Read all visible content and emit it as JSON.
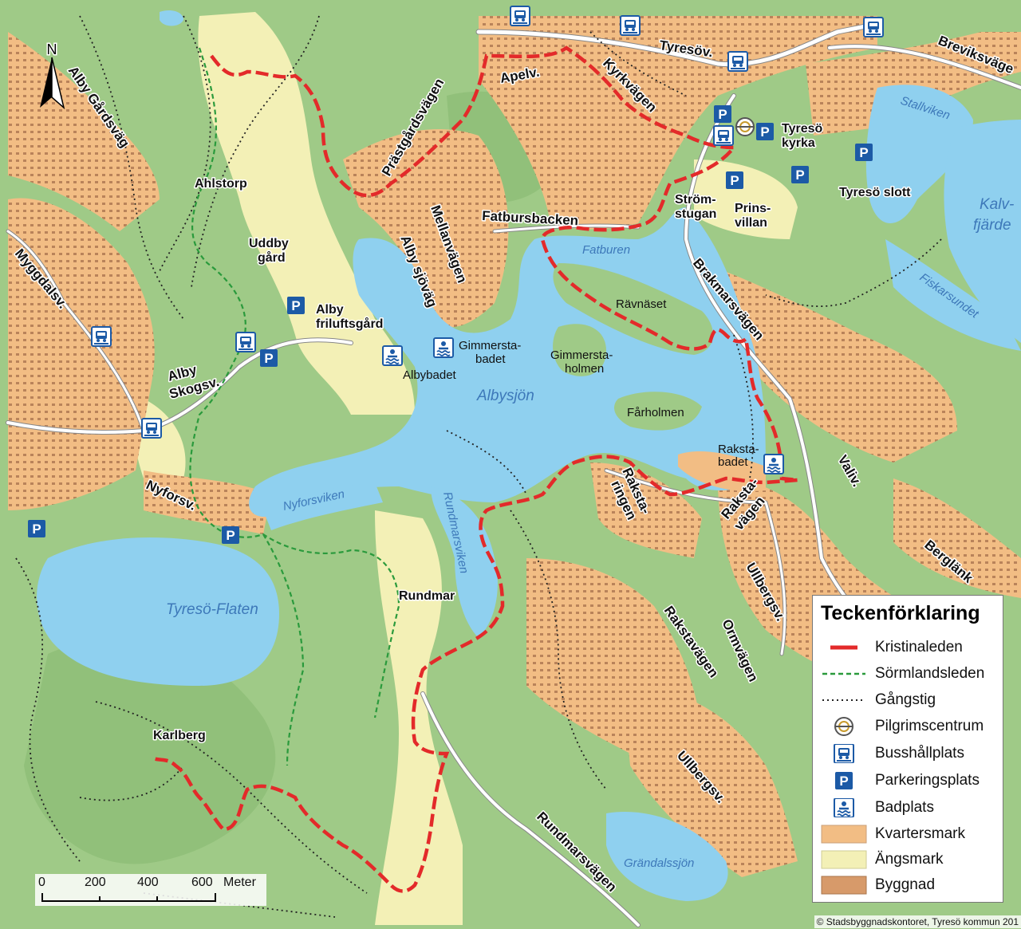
{
  "map": {
    "roads": [
      {
        "id": "tyresovagen",
        "label": "Tyresöv."
      },
      {
        "id": "breviksvagen",
        "label": "Breviksväge"
      },
      {
        "id": "kyrkvagen",
        "label": "Kyrkvägen"
      },
      {
        "id": "apelv",
        "label": "Apelv."
      },
      {
        "id": "prastgardsvagen",
        "label": "Prästgårdsvägen"
      },
      {
        "id": "fatbursbacken",
        "label": "Fatbursbacken"
      },
      {
        "id": "mellanvagen",
        "label": "Mellanvägen"
      },
      {
        "id": "albysjovag",
        "label": "Alby sjöväg"
      },
      {
        "id": "albygardsvag",
        "label": "Alby Gårdsväg"
      },
      {
        "id": "myggdalsv",
        "label": "Myggdalsv."
      },
      {
        "id": "albyskogsv",
        "label": "Alby Skogsv."
      },
      {
        "id": "nyforsv",
        "label": "Nyforsv."
      },
      {
        "id": "brakmarsvagen",
        "label": "Brakmarsvägen"
      },
      {
        "id": "valiv",
        "label": "Valiv."
      },
      {
        "id": "rakstaringen",
        "label": "Raksta-ringen"
      },
      {
        "id": "rakstavagen1",
        "label": "Raksta-vägen"
      },
      {
        "id": "berglank",
        "label": "Berglänk"
      },
      {
        "id": "ullbergsv1",
        "label": "Ullbergsv."
      },
      {
        "id": "ormvagen",
        "label": "Ormvägen"
      },
      {
        "id": "rakstavagen2",
        "label": "Rakstavägen"
      },
      {
        "id": "ullbergsv2",
        "label": "Ullbergsv."
      },
      {
        "id": "rundmarsvagen",
        "label": "Rundmarsvägen"
      }
    ],
    "places": [
      {
        "id": "ahlstorp",
        "label": "Ahlstorp"
      },
      {
        "id": "uddbygard",
        "label": "Uddby gård"
      },
      {
        "id": "albyfriluftsgard",
        "label": "Alby friluftsgård"
      },
      {
        "id": "albybadet",
        "label": "Albybadet"
      },
      {
        "id": "gimmerstabadet",
        "label": "Gimmersta-badet"
      },
      {
        "id": "gimmerstaholmen",
        "label": "Gimmersta-holmen"
      },
      {
        "id": "farholmen",
        "label": "Fårholmen"
      },
      {
        "id": "ravnaset",
        "label": "Rävnäset"
      },
      {
        "id": "stromstugan",
        "label": "Ström-stugan"
      },
      {
        "id": "prinsvillan",
        "label": "Prins-villan"
      },
      {
        "id": "tyresokyrka",
        "label": "Tyresö kyrka"
      },
      {
        "id": "tyresoslott",
        "label": "Tyresö slott"
      },
      {
        "id": "rakstabadet",
        "label": "Raksta-badet"
      },
      {
        "id": "rundmar",
        "label": "Rundmar"
      },
      {
        "id": "karlberg",
        "label": "Karlberg"
      }
    ],
    "waters": [
      {
        "id": "albysjon",
        "label": "Albysjön"
      },
      {
        "id": "tyresoflaten",
        "label": "Tyresö-Flaten"
      },
      {
        "id": "fatburen",
        "label": "Fatburen"
      },
      {
        "id": "nyforsviken",
        "label": "Nyforsviken"
      },
      {
        "id": "rundmarsviken",
        "label": "Rundmarsviken"
      },
      {
        "id": "stallviken",
        "label": "Stallviken"
      },
      {
        "id": "kalvfjarden",
        "label": "Kalv-fjärde"
      },
      {
        "id": "fiskarsundet",
        "label": "Fiskarsundet"
      },
      {
        "id": "grandalssjon",
        "label": "Grändalssjön"
      }
    ],
    "north_label": "N",
    "colors": {
      "water": "#8fd0ef",
      "forest": "#9fca87",
      "meadow": "#f3f0b6",
      "residential": "#f2bd84",
      "building": "#d79a6a",
      "trail_red": "#e32a2a",
      "trail_green": "#2a9a3c",
      "footpath": "#222222",
      "icon_blue": "#1c5aa6"
    }
  },
  "legend": {
    "title": "Teckenförklaring",
    "items": [
      {
        "id": "kristinaleden",
        "label": "Kristinaleden",
        "symbol": "red-dashed-line"
      },
      {
        "id": "sormlandsleden",
        "label": "Sörmlandsleden",
        "symbol": "green-dashed-line"
      },
      {
        "id": "gangstig",
        "label": "Gångstig",
        "symbol": "black-dotted-line"
      },
      {
        "id": "pilgrimscentrum",
        "label": "Pilgrimscentrum",
        "symbol": "pilgrim-icon"
      },
      {
        "id": "busshallplats",
        "label": "Busshållplats",
        "symbol": "bus-stop-icon"
      },
      {
        "id": "parkeringsplats",
        "label": "Parkeringsplats",
        "symbol": "parking-icon"
      },
      {
        "id": "badplats",
        "label": "Badplats",
        "symbol": "swimming-icon"
      },
      {
        "id": "kvartersmark",
        "label": "Kvartersmark",
        "symbol": "orange-area"
      },
      {
        "id": "angsmark",
        "label": "Ängsmark",
        "symbol": "yellow-area"
      },
      {
        "id": "byggnad",
        "label": "Byggnad",
        "symbol": "brown-area"
      }
    ]
  },
  "scale": {
    "ticks": [
      "0",
      "200",
      "400",
      "600"
    ],
    "unit": "Meter"
  },
  "copyright": "© Stadsbyggnadskontoret, Tyresö kommun 201"
}
